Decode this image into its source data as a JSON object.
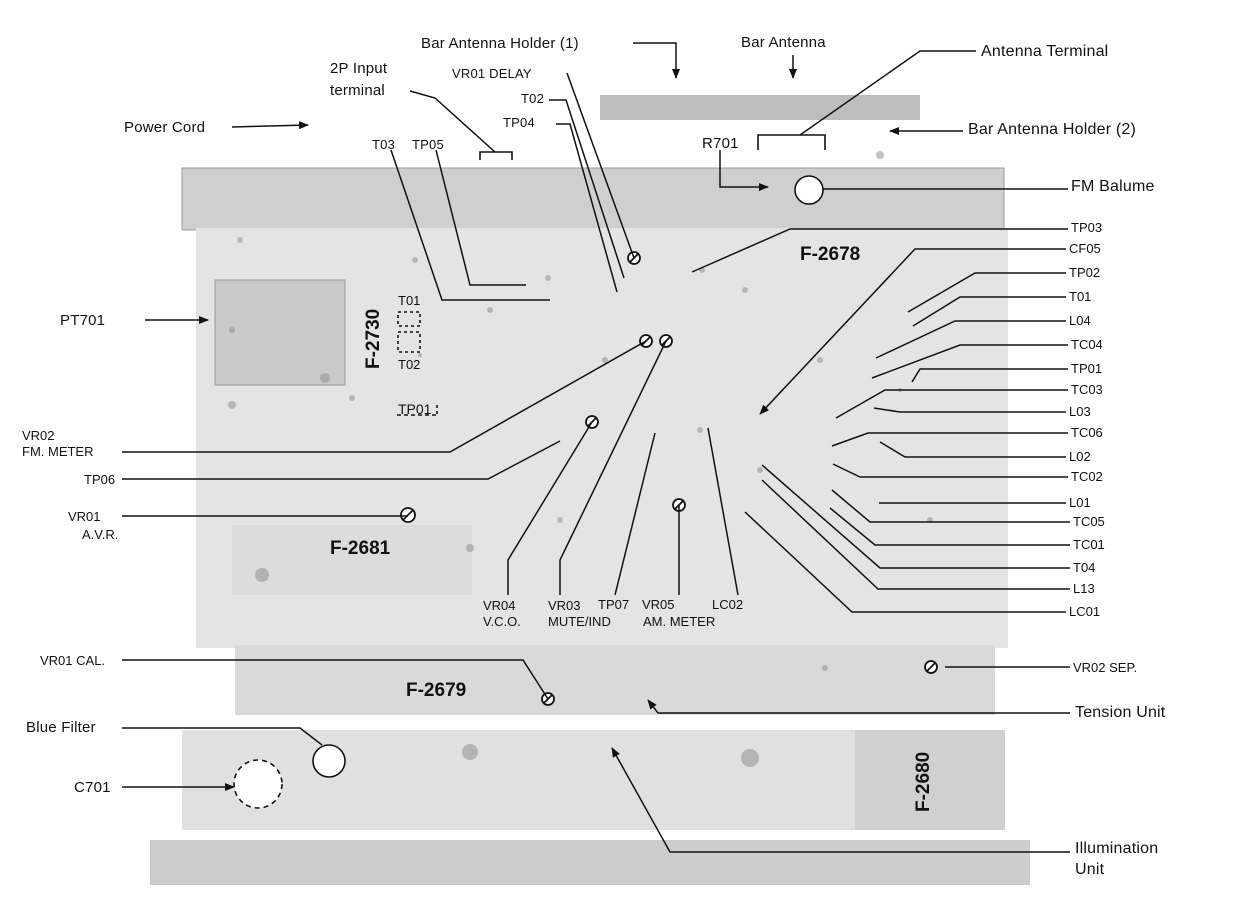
{
  "labels": {
    "bar_antenna_holder_1": "Bar Antenna Holder (1)",
    "bar_antenna": "Bar Antenna",
    "antenna_terminal": "Antenna Terminal",
    "input_2p_line1": "2P Input",
    "input_2p_line2": "terminal",
    "vr01_delay": "VR01 DELAY",
    "t02_top": "T02",
    "tp04": "TP04",
    "power_cord": "Power Cord",
    "t03": "T03",
    "tp05": "TP05",
    "r701": "R701",
    "bar_antenna_holder_2": "Bar Antenna Holder (2)",
    "fm_balume": "FM Balume",
    "tp03": "TP03",
    "cf05": "CF05",
    "tp02": "TP02",
    "t01": "T01",
    "l04": "L04",
    "tc04": "TC04",
    "tp01": "TP01",
    "tc03": "TC03",
    "l03": "L03",
    "tc06": "TC06",
    "l02": "L02",
    "tc02": "TC02",
    "l01": "L01",
    "tc05": "TC05",
    "tc01": "TC01",
    "t04": "T04",
    "l13": "L13",
    "lc01": "LC01",
    "pt701": "PT701",
    "vr02_fm_line1": "VR02",
    "vr02_fm_line2": "FM. METER",
    "tp06": "TP06",
    "vr01_avr_line1": "VR01",
    "vr01_avr_line2": "A.V.R.",
    "vr04_line1": "VR04",
    "vr04_line2": "V.C.O.",
    "vr03_line1": "VR03",
    "vr03_line2": "MUTE/IND",
    "tp07": "TP07",
    "vr05_line1": "VR05",
    "vr05_line2": "AM. METER",
    "lc02": "LC02",
    "vr01_cal": "VR01 CAL.",
    "vr02_sep": "VR02 SEP.",
    "tension_unit": "Tension Unit",
    "blue_filter": "Blue Filter",
    "c701": "C701",
    "illumination_line1": "Illumination",
    "illumination_line2": "Unit"
  },
  "board_labels": {
    "f2678": "F-2678",
    "f2730": "F-2730",
    "f2681": "F-2681",
    "f2679": "F-2679",
    "f2680": "F-2680",
    "board_t01": "T01",
    "board_t02": "T02",
    "board_tp01": "TP01"
  }
}
